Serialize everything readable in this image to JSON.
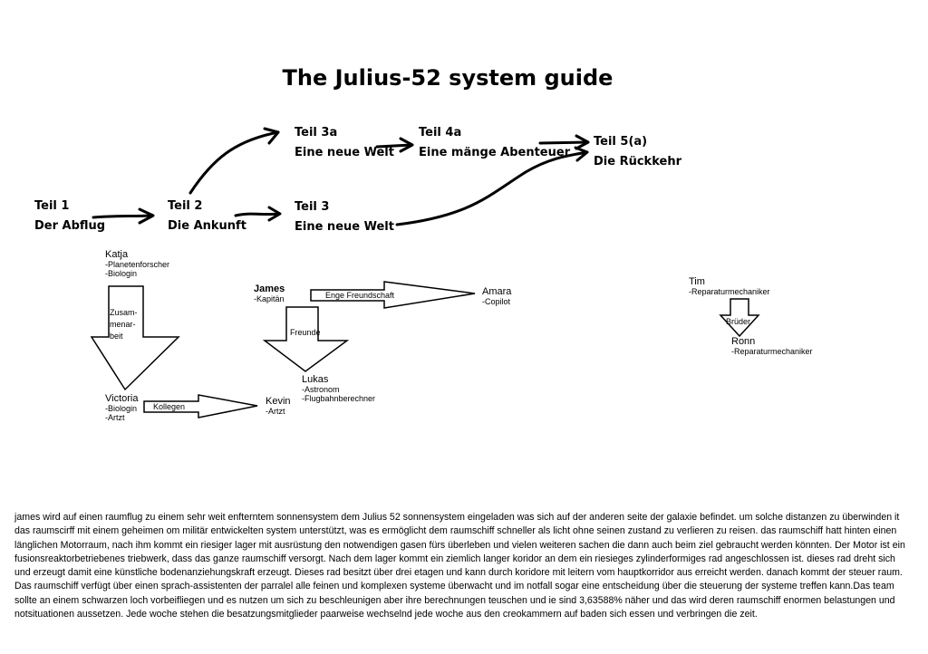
{
  "title": "The Julius-52 system guide",
  "stages": {
    "teil1": {
      "name": "Teil 1",
      "subtitle": "Der Abflug"
    },
    "teil2": {
      "name": "Teil 2",
      "subtitle": "Die Ankunft"
    },
    "teil3a": {
      "name": "Teil 3a",
      "subtitle": "Eine neue Welt"
    },
    "teil3": {
      "name": "Teil 3",
      "subtitle": "Eine neue Welt"
    },
    "teil4a": {
      "name": "Teil 4a",
      "subtitle": "Eine mänge Abenteuer"
    },
    "teil5": {
      "name": "Teil 5(a)",
      "subtitle": "Die Rückkehr"
    }
  },
  "characters": {
    "katja": {
      "name": "Katja",
      "roles": [
        "-Planetenforscher",
        "-Biologin"
      ]
    },
    "victoria": {
      "name": "Victoria",
      "roles": [
        "-Biologin",
        "-Artzt"
      ]
    },
    "kevin": {
      "name": "Kevin",
      "roles": [
        "-Artzt"
      ]
    },
    "james": {
      "name": "James",
      "roles": [
        "-Kapitän"
      ]
    },
    "amara": {
      "name": "Amara",
      "roles": [
        "-Copilot"
      ]
    },
    "lukas": {
      "name": "Lukas",
      "roles": [
        "-Astronom",
        "-Flugbahnberechner"
      ]
    },
    "tim": {
      "name": "Tim",
      "roles": [
        "-Reparaturmechaniker"
      ]
    },
    "ronn": {
      "name": "Ronn",
      "roles": [
        "-Reparaturmechaniker"
      ]
    }
  },
  "relations": {
    "katja_victoria": [
      "Zusam-",
      "menar-",
      "beit"
    ],
    "victoria_kevin": "Kollegen",
    "james_amara": "Enge Freundschaft",
    "james_lukas": "Freunde",
    "tim_ronn": "Brüder"
  },
  "story": "james wird auf einen raumflug zu einem sehr weit enfterntem sonnensystem dem Julius 52 sonnensystem eingeladen was sich auf der anderen seite der galaxie befindet. um solche distanzen zu überwinden it das raumscirff mit einem geheimen om militär entwickelten system unterstützt, was es ermöglicht dem raumschiff schneller als licht ohne seinen zustand zu verlieren zu reisen. das raumschiff hatt hinten einen länglichen Motorraum, nach ihm kommt ein riesiger lager mit ausrüstung den notwendigen gasen fürs überleben und vielen weiteren sachen die dann auch beim ziel gebraucht werden könnten. Der Motor ist ein fusionsreaktorbetriebenes triebwerk, dass das ganze raumschiff versorgt. Nach dem lager kommt ein ziemlich langer koridor an dem ein riesieges zylinderformiges rad angeschlossen ist. dieses rad dreht sich und erzeugt damit eine künstliche bodenanziehungskraft erzeugt. Dieses rad besitzt über drei etagen und kann durch koridore mit leitern vom hauptkorridor aus erreicht werden. danach kommt der steuer raum.  Das raumschiff verfügt über einen sprach-assistenten der parralel alle feinen und komplexen systeme überwacht und im notfall sogar eine entscheidung über die steuerung der systeme treffen kann.Das team sollte an einem schwarzen loch vorbeifliegen und es nutzen um sich zu beschleunigen aber ihre berechnungen teuschen und ie sind 3,63588% näher und das wird deren raumschiff enormen belastungen und notsituationen aussetzen. Jede woche stehen die besatzungsmitglieder paarweise wechselnd jede woche aus den creokammern auf baden sich essen und verbringen die zeit."
}
